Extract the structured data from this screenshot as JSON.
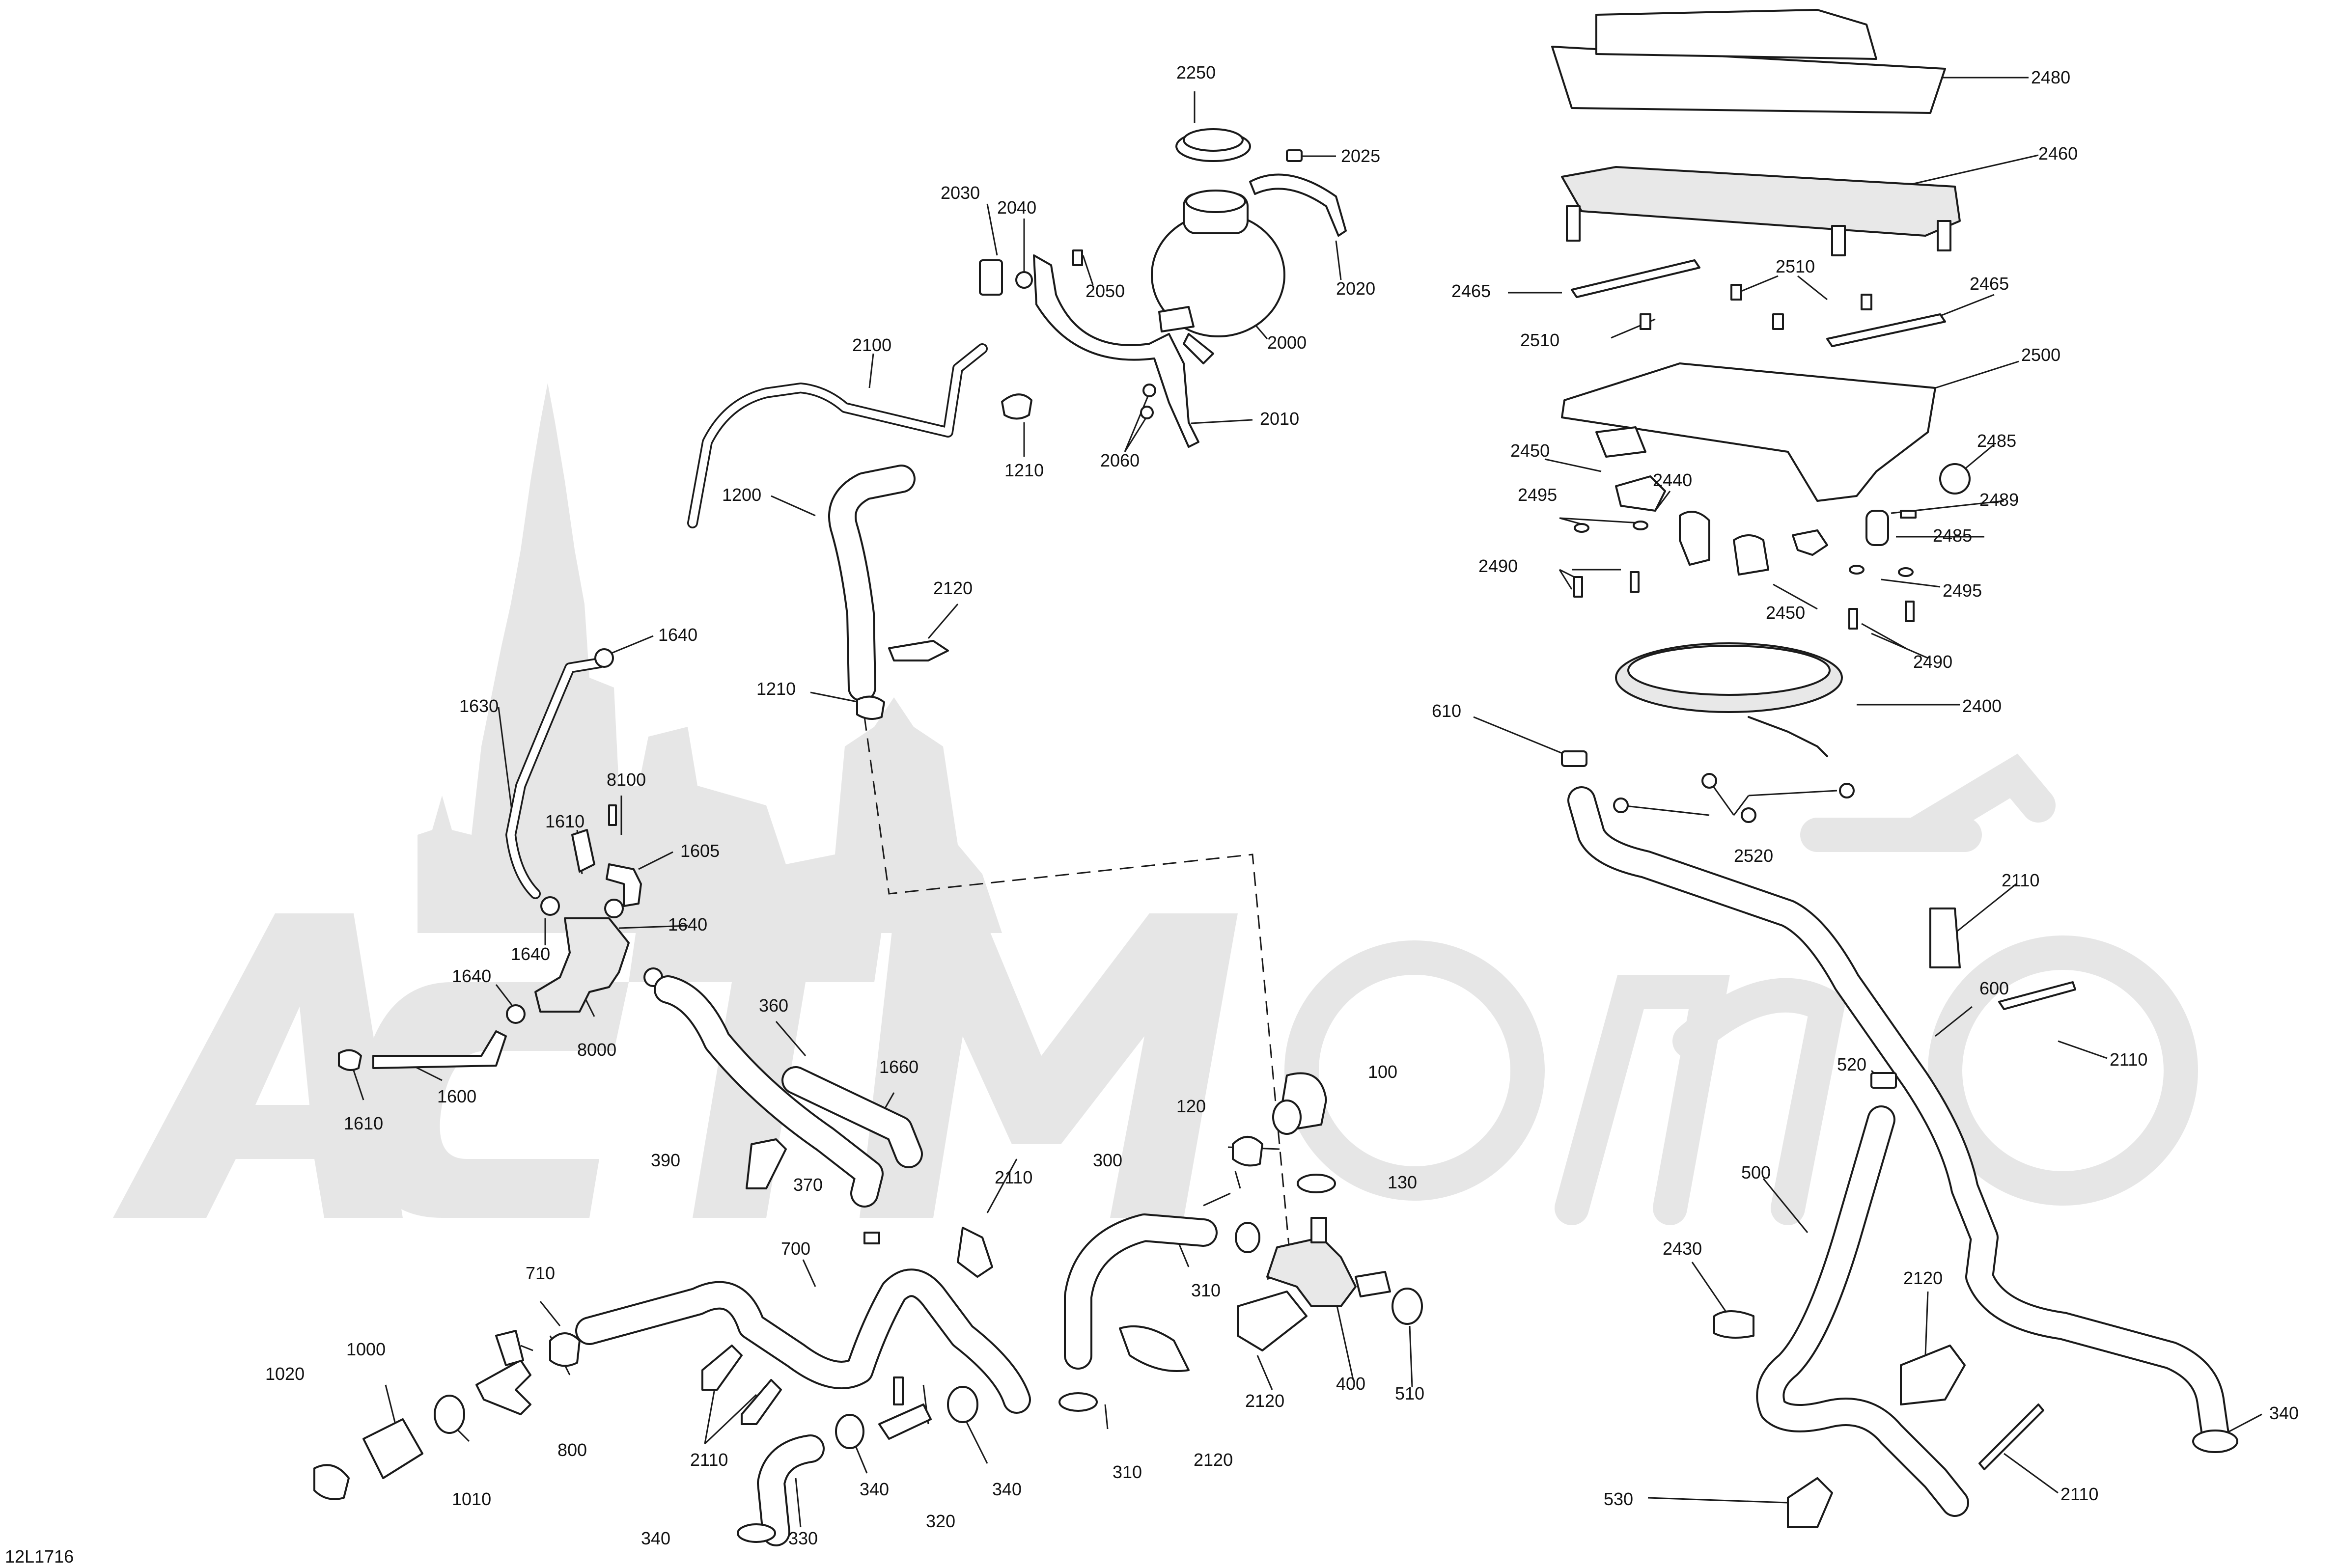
{
  "diagram": {
    "code": "12L1716",
    "watermark": "ActiMoto",
    "labels": [
      {
        "id": "l2250",
        "text": "2250"
      },
      {
        "id": "l2025",
        "text": "2025"
      },
      {
        "id": "l2030",
        "text": "2030"
      },
      {
        "id": "l2040",
        "text": "2040"
      },
      {
        "id": "l2050",
        "text": "2050"
      },
      {
        "id": "l2000",
        "text": "2000"
      },
      {
        "id": "l2020",
        "text": "2020"
      },
      {
        "id": "l2100",
        "text": "2100"
      },
      {
        "id": "l2010",
        "text": "2010"
      },
      {
        "id": "l2060",
        "text": "2060"
      },
      {
        "id": "l1210a",
        "text": "1210"
      },
      {
        "id": "l1200",
        "text": "1200"
      },
      {
        "id": "l2120a",
        "text": "2120"
      },
      {
        "id": "l1210b",
        "text": "1210"
      },
      {
        "id": "l1640a",
        "text": "1640"
      },
      {
        "id": "l1630",
        "text": "1630"
      },
      {
        "id": "l8100",
        "text": "8100"
      },
      {
        "id": "l1610a",
        "text": "1610"
      },
      {
        "id": "l1605",
        "text": "1605"
      },
      {
        "id": "l1640b",
        "text": "1640"
      },
      {
        "id": "l1640c",
        "text": "1640"
      },
      {
        "id": "l1640d",
        "text": "1640"
      },
      {
        "id": "l8000",
        "text": "8000"
      },
      {
        "id": "l1600",
        "text": "1600"
      },
      {
        "id": "l1610b",
        "text": "1610"
      },
      {
        "id": "l360",
        "text": "360"
      },
      {
        "id": "l1660",
        "text": "1660"
      },
      {
        "id": "l390",
        "text": "390"
      },
      {
        "id": "l370",
        "text": "370"
      },
      {
        "id": "l2110a",
        "text": "2110"
      },
      {
        "id": "l700",
        "text": "700"
      },
      {
        "id": "l710",
        "text": "710"
      },
      {
        "id": "l1000",
        "text": "1000"
      },
      {
        "id": "l1020",
        "text": "1020"
      },
      {
        "id": "l800",
        "text": "800"
      },
      {
        "id": "l1010",
        "text": "1010"
      },
      {
        "id": "l2110b",
        "text": "2110"
      },
      {
        "id": "l340a",
        "text": "340"
      },
      {
        "id": "l330",
        "text": "330"
      },
      {
        "id": "l340b",
        "text": "340"
      },
      {
        "id": "l320",
        "text": "320"
      },
      {
        "id": "l340c",
        "text": "340"
      },
      {
        "id": "l100",
        "text": "100"
      },
      {
        "id": "l120",
        "text": "120"
      },
      {
        "id": "l130",
        "text": "130"
      },
      {
        "id": "l300",
        "text": "300"
      },
      {
        "id": "l310a",
        "text": "310"
      },
      {
        "id": "l310b",
        "text": "310"
      },
      {
        "id": "l2120b",
        "text": "2120"
      },
      {
        "id": "l2120c",
        "text": "2120"
      },
      {
        "id": "l400",
        "text": "400"
      },
      {
        "id": "l510",
        "text": "510"
      },
      {
        "id": "l2480",
        "text": "2480"
      },
      {
        "id": "l2460",
        "text": "2460"
      },
      {
        "id": "l2465a",
        "text": "2465"
      },
      {
        "id": "l2510a",
        "text": "2510"
      },
      {
        "id": "l2465b",
        "text": "2465"
      },
      {
        "id": "l2510b",
        "text": "2510"
      },
      {
        "id": "l2500",
        "text": "2500"
      },
      {
        "id": "l2450a",
        "text": "2450"
      },
      {
        "id": "l2485a",
        "text": "2485"
      },
      {
        "id": "l2440",
        "text": "2440"
      },
      {
        "id": "l2495a",
        "text": "2495"
      },
      {
        "id": "l2489",
        "text": "2489"
      },
      {
        "id": "l2485b",
        "text": "2485"
      },
      {
        "id": "l2490a",
        "text": "2490"
      },
      {
        "id": "l2450b",
        "text": "2450"
      },
      {
        "id": "l2495b",
        "text": "2495"
      },
      {
        "id": "l2490b",
        "text": "2490"
      },
      {
        "id": "l2400",
        "text": "2400"
      },
      {
        "id": "l610",
        "text": "610"
      },
      {
        "id": "l2520",
        "text": "2520"
      },
      {
        "id": "l2110c",
        "text": "2110"
      },
      {
        "id": "l600",
        "text": "600"
      },
      {
        "id": "l2110d",
        "text": "2110"
      },
      {
        "id": "l520",
        "text": "520"
      },
      {
        "id": "l500",
        "text": "500"
      },
      {
        "id": "l2430",
        "text": "2430"
      },
      {
        "id": "l2120d",
        "text": "2120"
      },
      {
        "id": "l340d",
        "text": "340"
      },
      {
        "id": "l2110e",
        "text": "2110"
      },
      {
        "id": "l530",
        "text": "530"
      }
    ]
  }
}
